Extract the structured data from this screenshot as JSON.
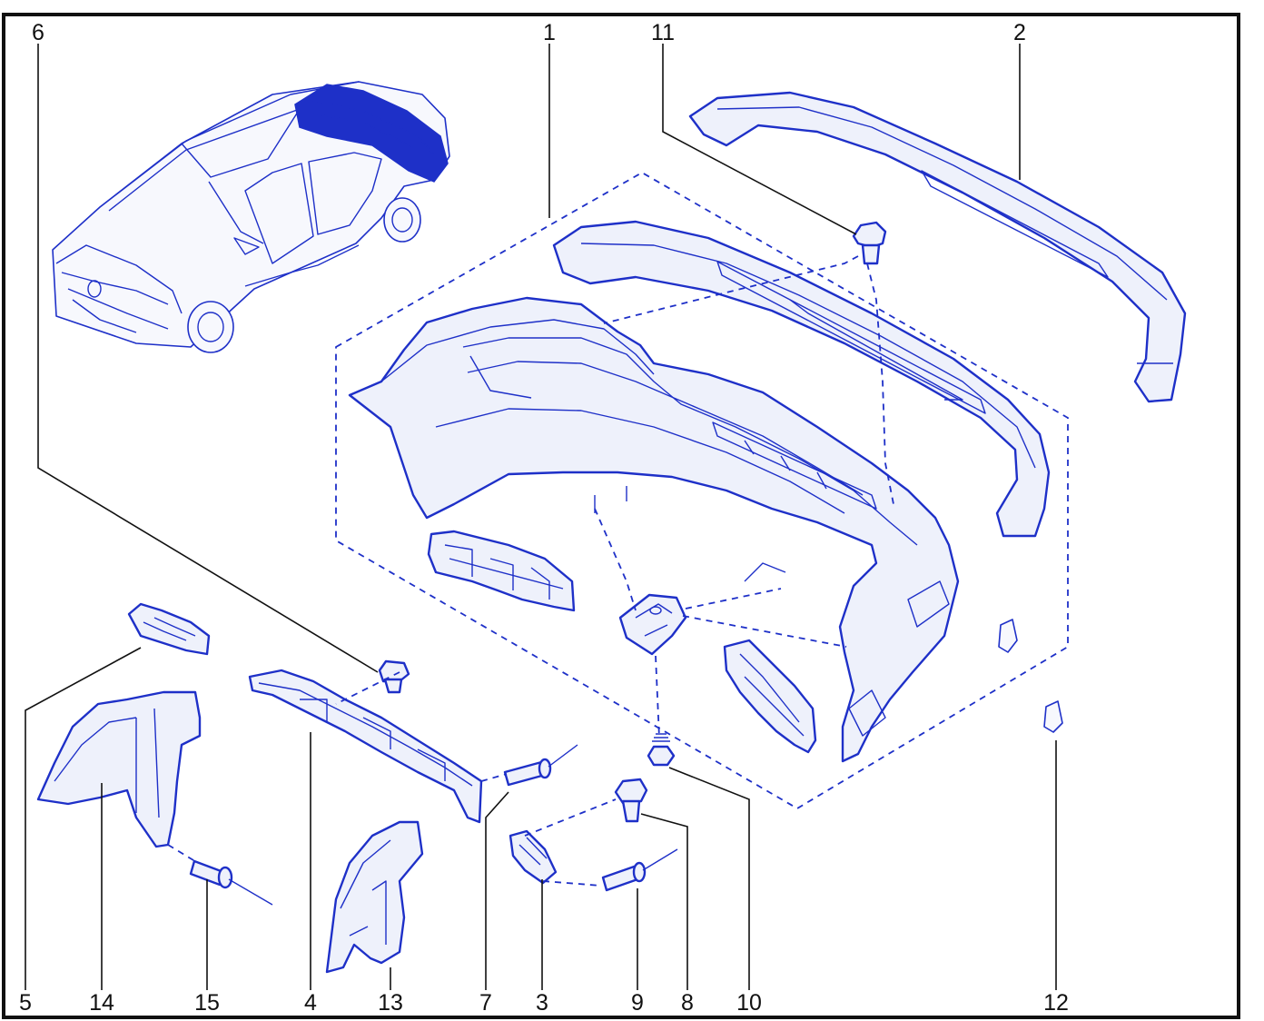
{
  "diagram": {
    "callouts": [
      "1",
      "2",
      "3",
      "4",
      "5",
      "6",
      "7",
      "8",
      "9",
      "10",
      "11",
      "12",
      "13",
      "14",
      "15"
    ],
    "colors": {
      "line_art": "#1e30c8",
      "part_fill": "#eef1fb",
      "highlight": "#1e30c8",
      "frame": "#111111",
      "text": "#111111"
    }
  }
}
